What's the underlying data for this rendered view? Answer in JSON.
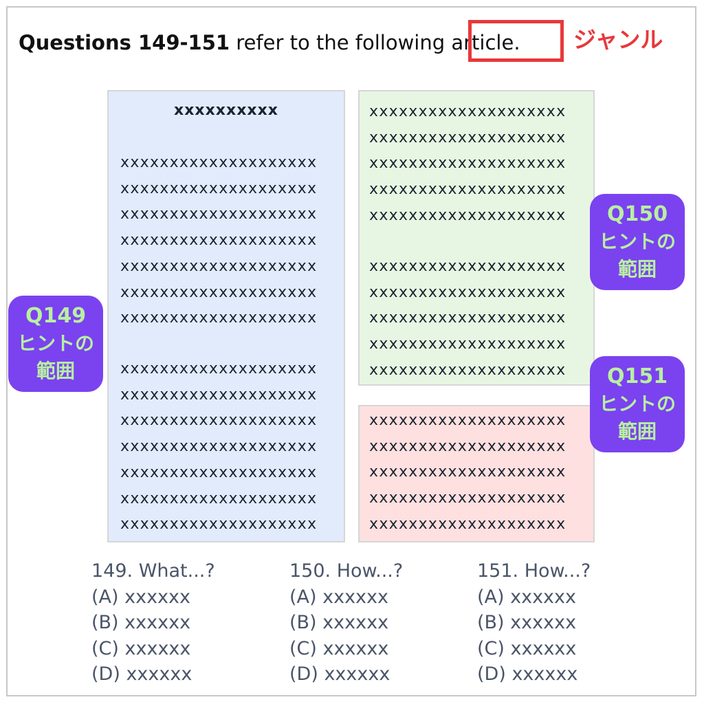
{
  "header": {
    "bold_part": "Questions 149-151",
    "rest_part": " refer to the following ",
    "highlight_word": "article.",
    "genre_label": "ジャンル"
  },
  "blue_panel": {
    "title": "xxxxxxxxxx",
    "lines": [
      "xxxxxxxxxxxxxxxxxxxx",
      "xxxxxxxxxxxxxxxxxxxx",
      "xxxxxxxxxxxxxxxxxxxx",
      "xxxxxxxxxxxxxxxxxxxx",
      "xxxxxxxxxxxxxxxxxxxx",
      "xxxxxxxxxxxxxxxxxxxx",
      "xxxxxxxxxxxxxxxxxxxx",
      "xxxxxxxxxxxxxxxxxxxx",
      "xxxxxxxxxxxxxxxxxxxx",
      "xxxxxxxxxxxxxxxxxxxx",
      "xxxxxxxxxxxxxxxxxxxx",
      "xxxxxxxxxxxxxxxxxxxx",
      "xxxxxxxxxxxxxxxxxxxx",
      "xxxxxxxxxxxxxxxxxxxx"
    ]
  },
  "green_panel": {
    "lines": [
      "xxxxxxxxxxxxxxxxxxxx",
      "xxxxxxxxxxxxxxxxxxxx",
      "xxxxxxxxxxxxxxxxxxxx",
      "xxxxxxxxxxxxxxxxxxxx",
      "xxxxxxxxxxxxxxxxxxxx",
      "xxxxxxxxxxxxxxxxxxxx",
      "xxxxxxxxxxxxxxxxxxxx",
      "xxxxxxxxxxxxxxxxxxxx",
      "xxxxxxxxxxxxxxxxxxxx",
      "xxxxxxxxxxxxxxxxxxxx"
    ]
  },
  "red_panel": {
    "lines": [
      "xxxxxxxxxxxxxxxxxxxx",
      "xxxxxxxxxxxxxxxxxxxx",
      "xxxxxxxxxxxxxxxxxxxx",
      "xxxxxxxxxxxxxxxxxxxx",
      "xxxxxxxxxxxxxxxxxxxx"
    ]
  },
  "hints": {
    "q149": {
      "q": "Q149",
      "l2": "ヒントの",
      "l3": "範囲"
    },
    "q150": {
      "q": "Q150",
      "l2": "ヒントの",
      "l3": "範囲"
    },
    "q151": {
      "q": "Q151",
      "l2": "ヒントの",
      "l3": "範囲"
    }
  },
  "questions": [
    {
      "stem": "149. What...?",
      "a": "(A) xxxxxx",
      "b": "(B) xxxxxx",
      "c": "(C) xxxxxx",
      "d": "(D) xxxxxx"
    },
    {
      "stem": "150. How...?",
      "a": "(A) xxxxxx",
      "b": "(B) xxxxxx",
      "c": "(C) xxxxxx",
      "d": "(D) xxxxxx"
    },
    {
      "stem": "151. How...?",
      "a": "(A) xxxxxx",
      "b": "(B) xxxxxx",
      "c": "(C) xxxxxx",
      "d": "(D) xxxxxx"
    }
  ],
  "colors": {
    "genre_red": "#e8383b",
    "hint_purple": "#7b42f0",
    "hint_text": "#b8f0a0",
    "blue_panel": "#e2ebfb",
    "green_panel": "#e7f6e2",
    "red_panel": "#fde0df"
  }
}
